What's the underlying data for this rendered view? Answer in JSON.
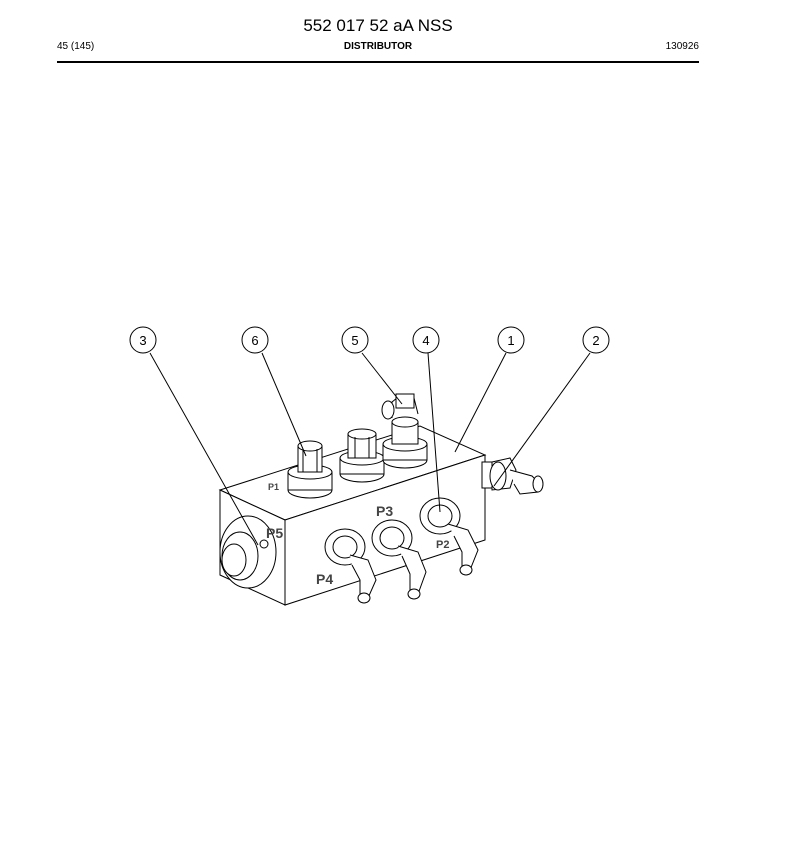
{
  "header": {
    "doc_title": "552 017 52 aA NSS",
    "page": "45 (145)",
    "section": "DISTRIBUTOR",
    "code": "130926"
  },
  "callouts": [
    {
      "number": "3"
    },
    {
      "number": "6"
    },
    {
      "number": "5"
    },
    {
      "number": "4"
    },
    {
      "number": "1"
    },
    {
      "number": "2"
    }
  ],
  "port_labels": {
    "p1": "P1",
    "p2": "P2",
    "p3": "P3",
    "p4": "P4",
    "p5": "P5"
  }
}
